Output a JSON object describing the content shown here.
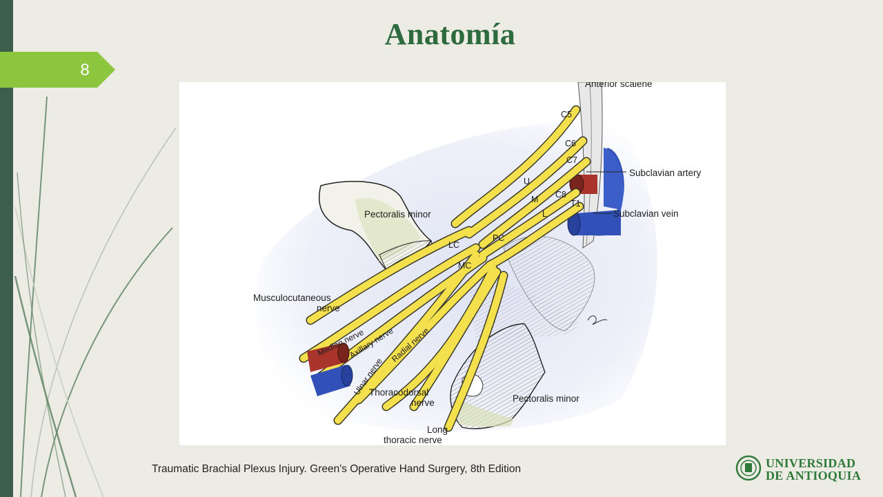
{
  "slide": {
    "number": "8",
    "title": "Anatomía",
    "caption": "Traumatic Brachial Plexus Injury. Green's Operative Hand Surgery, 8th Edition"
  },
  "figure_labels": {
    "anterior_scalene": "Anterior scalene",
    "c5": "C5",
    "c6": "C6",
    "c7": "C7",
    "c8": "C8",
    "t1": "T1",
    "u": "U",
    "m": "M",
    "l": "L",
    "lc": "LC",
    "pc": "PC",
    "mc": "MC",
    "subclavian_artery": "Subclavian artery",
    "subclavian_vein": "Subclavian vein",
    "pectoralis_minor_top": "Pectoralis minor",
    "pectoralis_minor_bottom": "Pectoralis minor",
    "musculocutaneous_1": "Musculocutaneous",
    "musculocutaneous_2": "nerve",
    "median_nerve": "Median nerve",
    "axillary_nerve": "Axillary nerve",
    "radial_nerve": "Radial nerve",
    "ulnar_nerve": "Ulnar nerve",
    "thoracodorsal_1": "Thoracodorsal",
    "thoracodorsal_2": "nerve",
    "long_thoracic_1": "Long",
    "long_thoracic_2": "thoracic nerve"
  },
  "logo": {
    "line1": "UNIVERSIDAD",
    "line2": "DE ANTIOQUIA"
  },
  "colors": {
    "accent_green": "#8cc63e",
    "title_green": "#2d6a3e",
    "left_bar": "#3d5e4b",
    "nerve_yellow": "#f4e04d",
    "artery_red": "#a8342c",
    "vein_blue": "#3150b8"
  }
}
